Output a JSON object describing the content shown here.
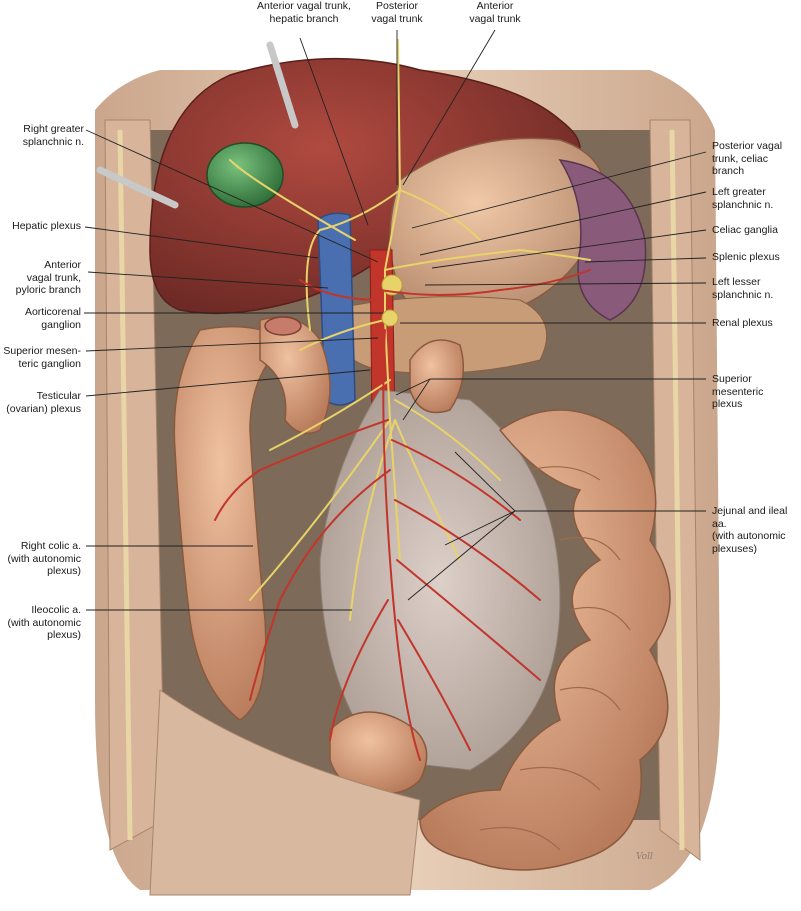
{
  "labels": {
    "anterior_vagal_hepatic": "Anterior vagal trunk,\nhepatic branch",
    "posterior_vagal_trunk": "Posterior\nvagal trunk",
    "anterior_vagal_trunk": "Anterior\nvagal trunk",
    "right_greater_splanchnic": "Right greater\nsplanchnic n.",
    "hepatic_plexus": "Hepatic plexus",
    "anterior_vagal_pyloric": "Anterior\nvagal trunk,\npyloric branch",
    "aorticorenal_ganglion": "Aorticorenal\nganglion",
    "superior_mesenteric_ganglion": "Superior mesen-\nteric ganglion",
    "testicular_plexus": "Testicular\n(ovarian) plexus",
    "right_colic": "Right colic a.\n(with autonomic\nplexus)",
    "ileocolic": "Ileocolic a.\n(with autonomic\nplexus)",
    "posterior_vagal_celiac": "Posterior vagal\ntrunk, celiac\nbranch",
    "left_greater_splanchnic": "Left greater\nsplanchnic n.",
    "celiac_ganglia": "Celiac ganglia",
    "splenic_plexus": "Splenic plexus",
    "left_lesser_splanchnic": "Left lesser\nsplanchnic n.",
    "renal_plexus": "Renal plexus",
    "superior_mesenteric_plexus": "Superior\nmesenteric\nplexus",
    "jejunal_ileal": "Jejunal and ileal aa.\n(with autonomic\nplexuses)"
  },
  "signature": "Voll",
  "colors": {
    "liver": "#8e3b34",
    "gallbladder": "#3f8f4c",
    "vena_cava": "#4a6fb0",
    "nerve": "#e8d36a",
    "artery": "#c2352b",
    "intestine": "#d9a27f",
    "mesentery": "#c9b8b0",
    "body_wall": "#d3b39a"
  }
}
